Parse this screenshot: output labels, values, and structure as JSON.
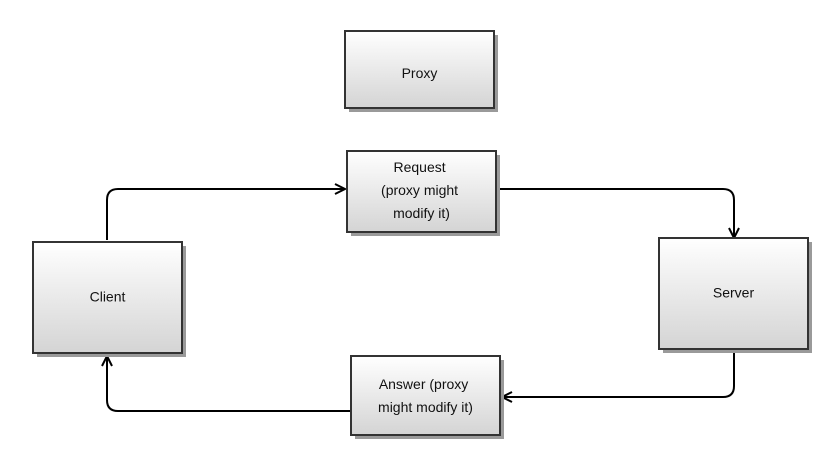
{
  "diagram": {
    "nodes": {
      "proxy": {
        "label": "Proxy"
      },
      "request": {
        "lines": [
          "Request",
          "(proxy might",
          "modify it)"
        ]
      },
      "client": {
        "label": "Client"
      },
      "server": {
        "label": "Server"
      },
      "answer": {
        "lines": [
          "Answer (proxy",
          "might modify it)"
        ]
      }
    },
    "edges": [
      {
        "from": "client",
        "to": "request"
      },
      {
        "from": "request",
        "to": "server"
      },
      {
        "from": "server",
        "to": "answer"
      },
      {
        "from": "answer",
        "to": "client"
      }
    ],
    "colors": {
      "box_fill_top": "#ffffff",
      "box_fill_bottom": "#d4d4d4",
      "box_stroke": "#333333",
      "shadow": "#9a9a9a",
      "connector": "#000000"
    }
  }
}
